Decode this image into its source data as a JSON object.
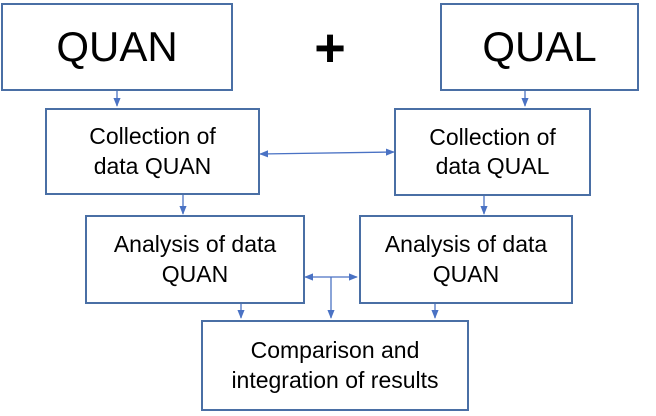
{
  "boxes": {
    "quan_header": "QUAN",
    "qual_header": "QUAL",
    "collection_quan": "Collection of\ndata QUAN",
    "collection_qual": "Collection of\ndata QUAL",
    "analysis_left": "Analysis of data\nQUAN",
    "analysis_right": "Analysis of data\nQUAN",
    "comparison": "Comparison and\nintegration of results"
  },
  "operator": "+",
  "colors": {
    "border": "#4a6fa5",
    "arrow": "#4a72c4",
    "text": "#000000",
    "background": "#ffffff"
  }
}
